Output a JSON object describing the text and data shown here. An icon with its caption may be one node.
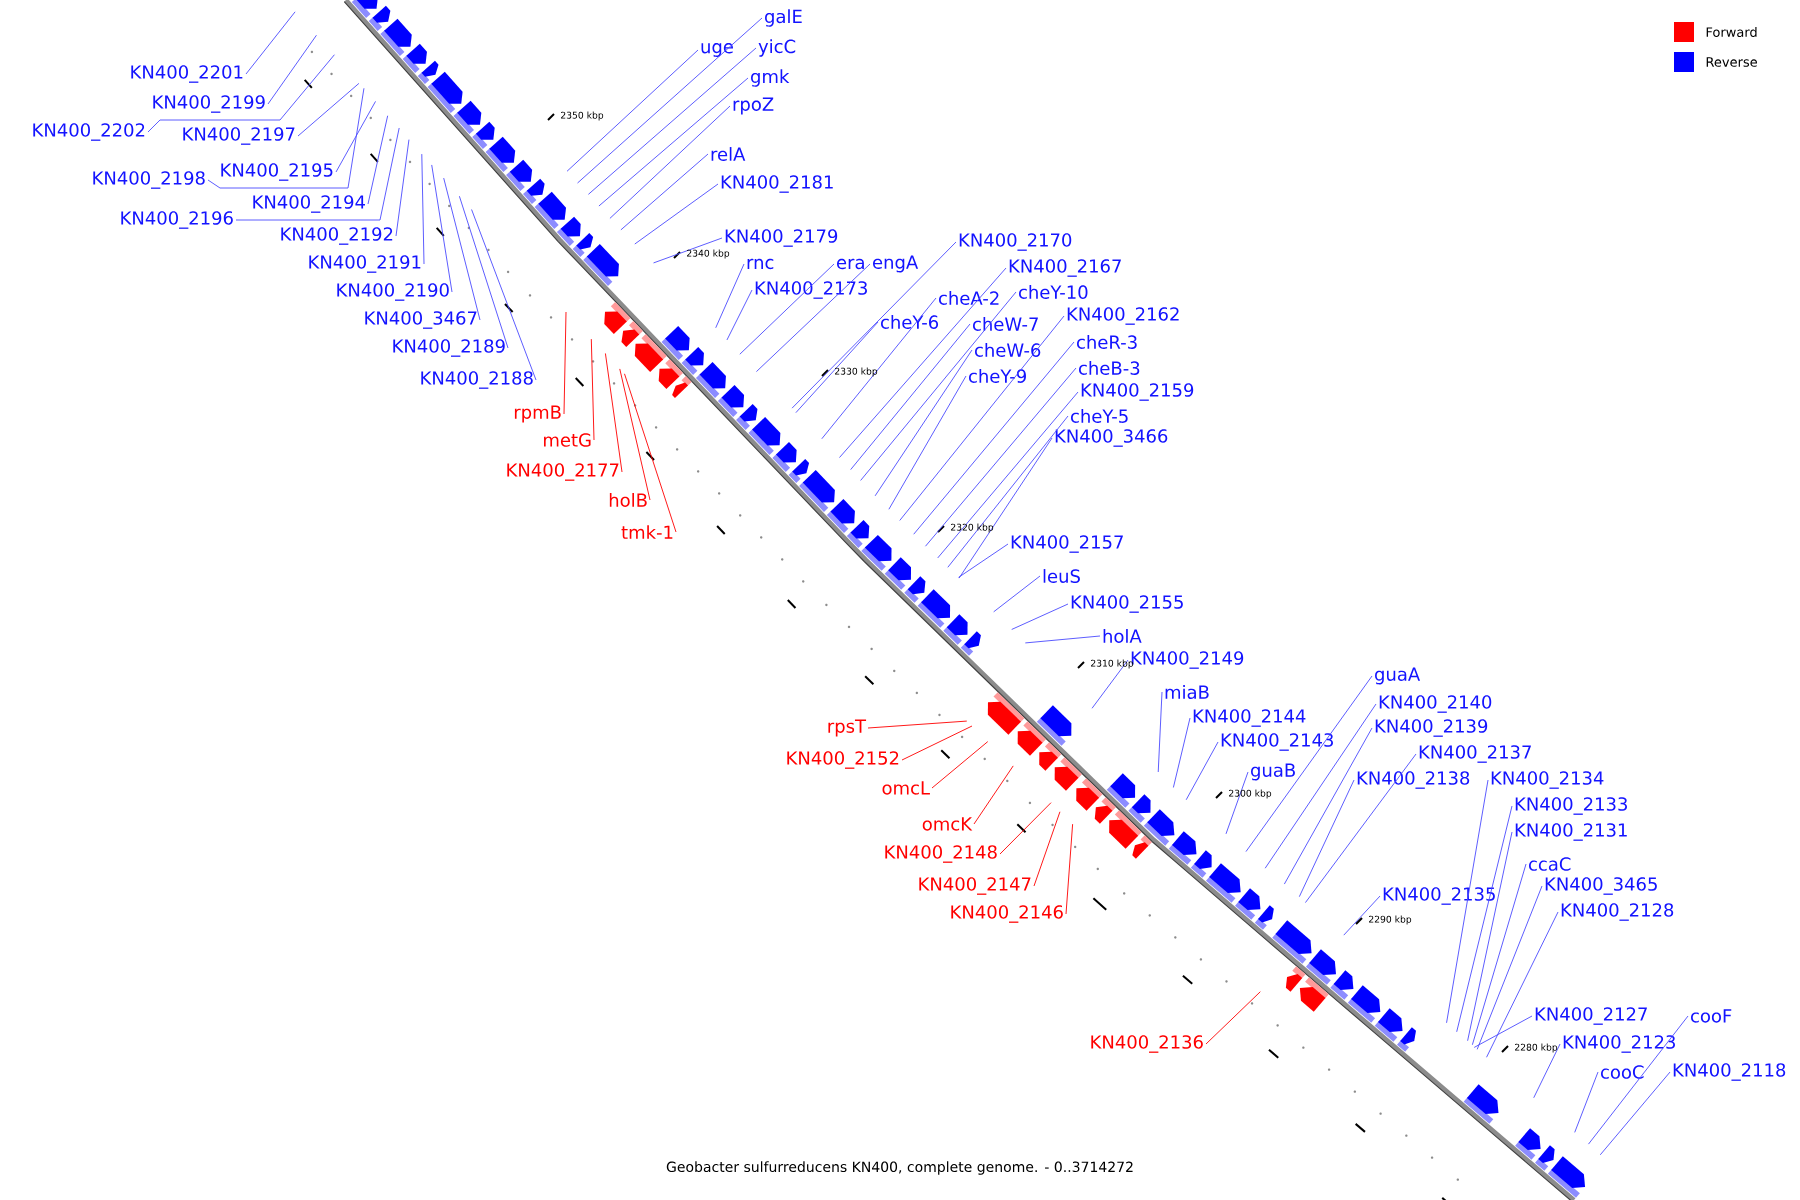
{
  "diagram": {
    "caption": "Geobacter sulfurreducens KN400, complete genome. - 0..3714272",
    "nodes": [
      {
        "text": [
          "KN400_2201"
        ]
      },
      {
        "text": [
          "KN400_2199"
        ]
      },
      {
        "text": [
          "KN400_2202"
        ]
      },
      {
        "text": [
          "KN400_2197"
        ]
      },
      {
        "text": [
          "KN400_2198"
        ]
      },
      {
        "text": [
          "KN400_2195"
        ]
      },
      {
        "text": [
          "KN400_2194"
        ]
      },
      {
        "text": [
          "KN400_2196"
        ]
      },
      {
        "text": [
          "KN400_2192"
        ]
      },
      {
        "text": [
          "KN400_2191"
        ]
      },
      {
        "text": [
          "KN400_2190"
        ]
      },
      {
        "text": [
          "KN400_3467"
        ]
      },
      {
        "text": [
          "KN400_2189"
        ]
      },
      {
        "text": [
          "KN400_2188"
        ]
      },
      {
        "text": [
          "uge"
        ]
      },
      {
        "text": [
          "galE"
        ]
      },
      {
        "text": [
          "yicC"
        ]
      },
      {
        "text": [
          "gmk"
        ]
      },
      {
        "text": [
          "rpoZ"
        ]
      },
      {
        "text": [
          "relA"
        ]
      },
      {
        "text": [
          "KN400_2181"
        ]
      },
      {
        "text": [
          "KN400_2179"
        ]
      },
      {
        "text": [
          "rpmB"
        ]
      },
      {
        "text": [
          "metG"
        ]
      },
      {
        "text": [
          "KN400_2177"
        ]
      },
      {
        "text": [
          "holB"
        ]
      },
      {
        "text": [
          "tmk-1"
        ]
      },
      {
        "text": [
          "rnc"
        ]
      },
      {
        "text": [
          "era"
        ]
      },
      {
        "text": [
          "engA"
        ]
      },
      {
        "text": [
          "KN400_2173"
        ]
      },
      {
        "text": [
          "KN400_2170"
        ]
      },
      {
        "text": [
          "KN400_2167"
        ]
      },
      {
        "text": [
          "cheA-2"
        ]
      },
      {
        "text": [
          "cheY-10"
        ]
      },
      {
        "text": [
          "cheY-6"
        ]
      },
      {
        "text": [
          "cheW-7"
        ]
      },
      {
        "text": [
          "KN400_2162"
        ]
      },
      {
        "text": [
          "cheW-6"
        ]
      },
      {
        "text": [
          "cheR-3"
        ]
      },
      {
        "text": [
          "cheY-9"
        ]
      },
      {
        "text": [
          "cheB-3"
        ]
      },
      {
        "text": [
          "KN400_2159"
        ]
      },
      {
        "text": [
          "cheY-5"
        ]
      },
      {
        "text": [
          "KN400_3466"
        ]
      },
      {
        "text": [
          "KN400_2157"
        ]
      },
      {
        "text": [
          "leuS"
        ]
      },
      {
        "text": [
          "KN400_2155"
        ]
      },
      {
        "text": [
          "holA"
        ]
      },
      {
        "text": [
          "KN400_2149"
        ]
      },
      {
        "text": [
          "rpsT"
        ]
      },
      {
        "text": [
          "KN400_2152"
        ]
      },
      {
        "text": [
          "omcL"
        ]
      },
      {
        "text": [
          "omcK"
        ]
      },
      {
        "text": [
          "KN400_2148"
        ]
      },
      {
        "text": [
          "KN400_2147"
        ]
      },
      {
        "text": [
          "KN400_2146"
        ]
      },
      {
        "text": [
          "miaB"
        ]
      },
      {
        "text": [
          "KN400_2144"
        ]
      },
      {
        "text": [
          "KN400_2143"
        ]
      },
      {
        "text": [
          "guaB"
        ]
      },
      {
        "text": [
          "guaA"
        ]
      },
      {
        "text": [
          "KN400_2140"
        ]
      },
      {
        "text": [
          "KN400_2139"
        ]
      },
      {
        "text": [
          "KN400_2137"
        ]
      },
      {
        "text": [
          "KN400_2138"
        ]
      },
      {
        "text": [
          "KN400_2134"
        ]
      },
      {
        "text": [
          "KN400_2133"
        ]
      },
      {
        "text": [
          "KN400_2131"
        ]
      },
      {
        "text": [
          "ccaC"
        ]
      },
      {
        "text": [
          "KN400_2135"
        ]
      },
      {
        "text": [
          "KN400_3465"
        ]
      },
      {
        "text": [
          "KN400_2128"
        ]
      },
      {
        "text": [
          "KN400_2136"
        ]
      },
      {
        "text": [
          "KN400_2127"
        ]
      },
      {
        "text": [
          "cooF"
        ]
      },
      {
        "text": [
          "KN400_2123"
        ]
      },
      {
        "text": [
          "cooC"
        ]
      },
      {
        "text": [
          "KN400_2118"
        ]
      }
    ],
    "edges": [
      {
        "from": 0,
        "to": null,
        "arrow": "none"
      },
      {
        "from": 1,
        "to": null,
        "arrow": "none"
      },
      {
        "from": 2,
        "to": null,
        "arrow": "none"
      },
      {
        "from": 3,
        "to": null,
        "arrow": "none"
      },
      {
        "from": 4,
        "to": null,
        "arrow": "none"
      },
      {
        "from": 5,
        "to": null,
        "arrow": "none"
      },
      {
        "from": 6,
        "to": null,
        "arrow": "none"
      },
      {
        "from": 7,
        "to": null,
        "arrow": "none"
      },
      {
        "from": 8,
        "to": null,
        "arrow": "none"
      },
      {
        "from": 9,
        "to": null,
        "arrow": "none"
      },
      {
        "from": 10,
        "to": null,
        "arrow": "none"
      },
      {
        "from": 11,
        "to": null,
        "arrow": "none"
      },
      {
        "from": 12,
        "to": null,
        "arrow": "none"
      },
      {
        "from": 13,
        "to": null,
        "arrow": "none"
      },
      {
        "from": 14,
        "to": null,
        "arrow": "none"
      },
      {
        "from": 15,
        "to": null,
        "arrow": "none"
      },
      {
        "from": 16,
        "to": null,
        "arrow": "none"
      },
      {
        "from": 17,
        "to": null,
        "arrow": "none"
      },
      {
        "from": 18,
        "to": null,
        "arrow": "none"
      },
      {
        "from": 19,
        "to": null,
        "arrow": "none"
      },
      {
        "from": 20,
        "to": null,
        "arrow": "none"
      },
      {
        "from": 21,
        "to": null,
        "arrow": "none"
      },
      {
        "from": 22,
        "to": null,
        "arrow": "none",
        "color": "#ff0000"
      },
      {
        "from": 23,
        "to": null,
        "arrow": "none",
        "color": "#ff0000"
      },
      {
        "from": 24,
        "to": null,
        "arrow": "none",
        "color": "#ff0000"
      },
      {
        "from": 25,
        "to": null,
        "arrow": "none",
        "color": "#ff0000"
      },
      {
        "from": 26,
        "to": null,
        "arrow": "none",
        "color": "#ff0000"
      },
      {
        "from": 27,
        "to": null,
        "arrow": "none"
      },
      {
        "from": 28,
        "to": null,
        "arrow": "none"
      },
      {
        "from": 29,
        "to": null,
        "arrow": "none"
      },
      {
        "from": 30,
        "to": null,
        "arrow": "none"
      },
      {
        "from": 31,
        "to": null,
        "arrow": "none"
      },
      {
        "from": 32,
        "to": null,
        "arrow": "none"
      },
      {
        "from": 33,
        "to": null,
        "arrow": "none"
      },
      {
        "from": 34,
        "to": null,
        "arrow": "none"
      },
      {
        "from": 35,
        "to": null,
        "arrow": "none"
      },
      {
        "from": 36,
        "to": null,
        "arrow": "none"
      },
      {
        "from": 37,
        "to": null,
        "arrow": "none"
      },
      {
        "from": 38,
        "to": null,
        "arrow": "none"
      },
      {
        "from": 39,
        "to": null,
        "arrow": "none"
      },
      {
        "from": 40,
        "to": null,
        "arrow": "none"
      },
      {
        "from": 41,
        "to": null,
        "arrow": "none"
      },
      {
        "from": 42,
        "to": null,
        "arrow": "none"
      },
      {
        "from": 43,
        "to": null,
        "arrow": "none"
      },
      {
        "from": 44,
        "to": null,
        "arrow": "none"
      },
      {
        "from": 45,
        "to": null,
        "arrow": "none"
      },
      {
        "from": 46,
        "to": null,
        "arrow": "none"
      },
      {
        "from": 47,
        "to": null,
        "arrow": "none"
      },
      {
        "from": 48,
        "to": null,
        "arrow": "none"
      },
      {
        "from": 49,
        "to": null,
        "arrow": "none"
      },
      {
        "from": 50,
        "to": null,
        "arrow": "none",
        "color": "#ff0000"
      },
      {
        "from": 51,
        "to": null,
        "arrow": "none",
        "color": "#ff0000"
      },
      {
        "from": 52,
        "to": null,
        "arrow": "none",
        "color": "#ff0000"
      },
      {
        "from": 53,
        "to": null,
        "arrow": "none",
        "color": "#ff0000"
      },
      {
        "from": 54,
        "to": null,
        "arrow": "none",
        "color": "#ff0000"
      },
      {
        "from": 55,
        "to": null,
        "arrow": "none",
        "color": "#ff0000"
      },
      {
        "from": 56,
        "to": null,
        "arrow": "none",
        "color": "#ff0000"
      },
      {
        "from": 57,
        "to": null,
        "arrow": "none"
      },
      {
        "from": 58,
        "to": null,
        "arrow": "none"
      },
      {
        "from": 59,
        "to": null,
        "arrow": "none"
      },
      {
        "from": 60,
        "to": null,
        "arrow": "none"
      },
      {
        "from": 61,
        "to": null,
        "arrow": "none"
      },
      {
        "from": 62,
        "to": null,
        "arrow": "none"
      },
      {
        "from": 63,
        "to": null,
        "arrow": "none"
      },
      {
        "from": 64,
        "to": null,
        "arrow": "none"
      },
      {
        "from": 65,
        "to": null,
        "arrow": "none"
      },
      {
        "from": 66,
        "to": null,
        "arrow": "none"
      },
      {
        "from": 67,
        "to": null,
        "arrow": "none"
      },
      {
        "from": 68,
        "to": null,
        "arrow": "none"
      },
      {
        "from": 69,
        "to": null,
        "arrow": "none"
      },
      {
        "from": 70,
        "to": null,
        "arrow": "none"
      },
      {
        "from": 71,
        "to": null,
        "arrow": "none"
      },
      {
        "from": 72,
        "to": null,
        "arrow": "none"
      },
      {
        "from": 73,
        "to": null,
        "arrow": "none",
        "color": "#ff0000"
      },
      {
        "from": 74,
        "to": null,
        "arrow": "none"
      },
      {
        "from": 75,
        "to": null,
        "arrow": "none"
      },
      {
        "from": 76,
        "to": null,
        "arrow": "none"
      },
      {
        "from": 77,
        "to": null,
        "arrow": "none"
      },
      {
        "from": 78,
        "to": null,
        "arrow": "none"
      }
    ],
    "labels": [
      "2350 kbp",
      "2340 kbp",
      "2330 kbp",
      "2320 kbp",
      "2310 kbp",
      "2300 kbp",
      "2290 kbp",
      "2280 kbp"
    ],
    "legend": [
      {
        "text": "Forward",
        "color": "#ff0000"
      },
      {
        "text": "Reverse",
        "color": "#0000ff"
      }
    ]
  }
}
